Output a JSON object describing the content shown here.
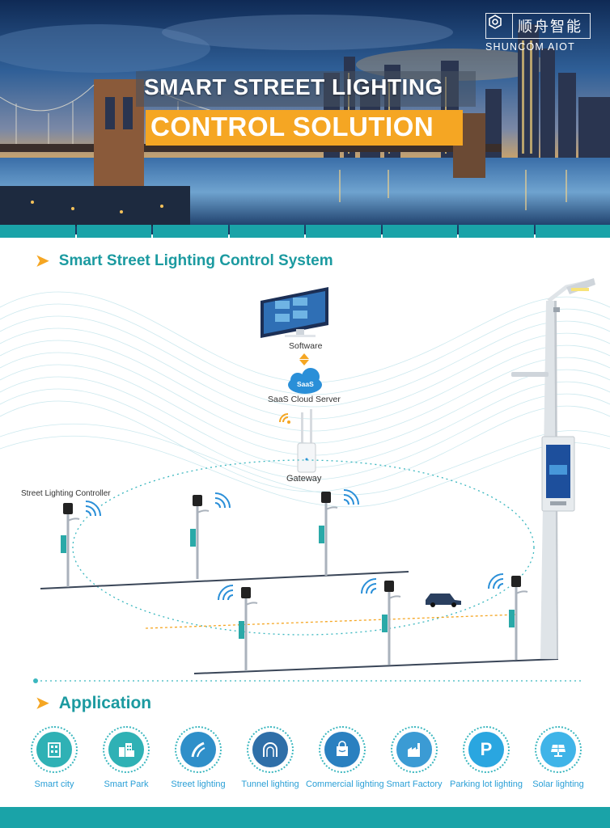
{
  "brand": {
    "name_cn": "顺舟智能",
    "name_en": "SHUNCOM AIOT"
  },
  "hero": {
    "title_line1": "SMART STREET LIGHTING",
    "title_line2": "CONTROL SOLUTION"
  },
  "system": {
    "heading": "Smart Street Lighting Control System",
    "software_label": "Software",
    "saas_badge": "SaaS",
    "cloud_label": "SaaS Cloud Server",
    "gateway_label": "Gateway",
    "controller_label": "Street Lighting Controller"
  },
  "application": {
    "heading": "Application",
    "items": [
      {
        "label": "Smart city",
        "icon": "building-icon"
      },
      {
        "label": "Smart Park",
        "icon": "park-buildings-icon"
      },
      {
        "label": "Street lighting",
        "icon": "road-icon"
      },
      {
        "label": "Tunnel lighting",
        "icon": "tunnel-icon"
      },
      {
        "label": "Commercial lighting",
        "icon": "shopping-bag-icon"
      },
      {
        "label": "Smart Factory",
        "icon": "factory-icon"
      },
      {
        "label": "Parking lot lighting",
        "icon": "parking-icon"
      },
      {
        "label": "Solar lighting",
        "icon": "solar-panel-icon"
      }
    ]
  },
  "colors": {
    "teal": "#1aa3a8",
    "orange": "#f5a623",
    "app_label": "#2a9fd6"
  }
}
